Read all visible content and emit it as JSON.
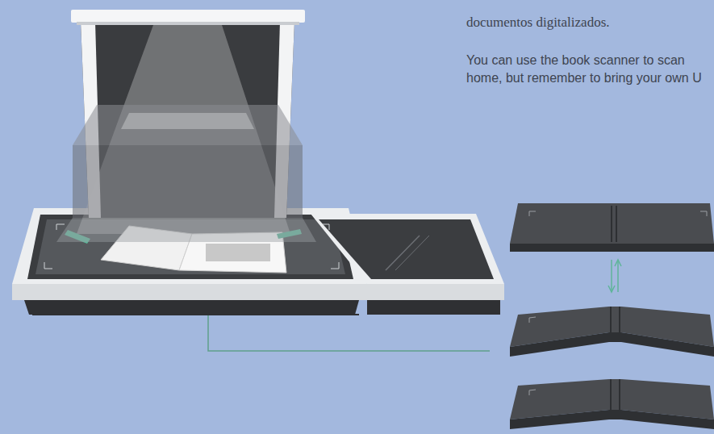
{
  "diagram": {
    "labels": [
      "documentos digitalizados.",
      "You can use the book scanner to scan",
      "home, but remember to bring your own U"
    ]
  }
}
